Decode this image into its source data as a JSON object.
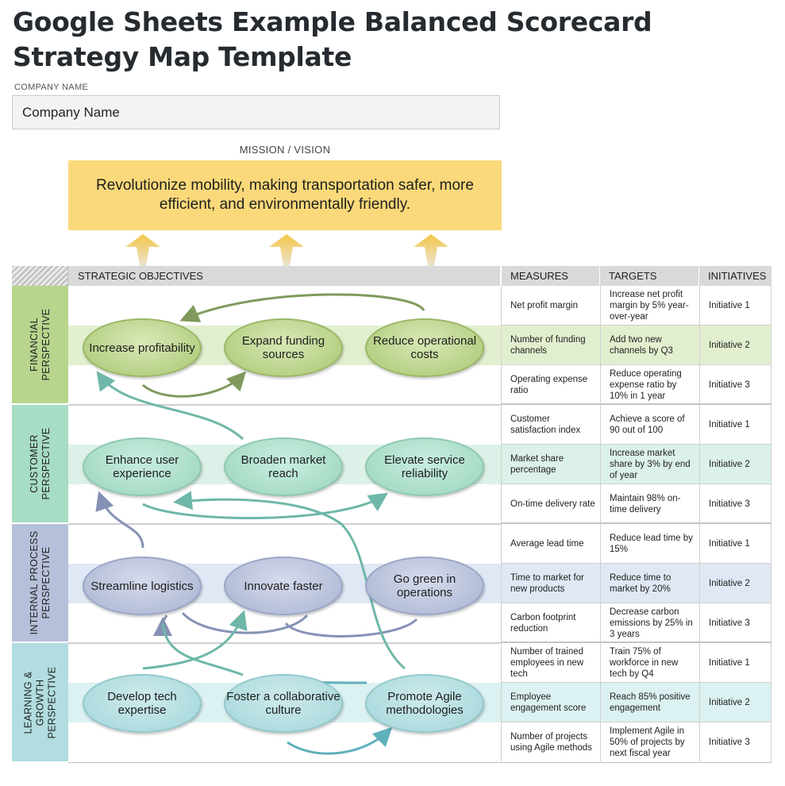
{
  "title": "Google Sheets Example Balanced Scorecard Strategy Map Template",
  "company": {
    "label": "COMPANY NAME",
    "value": "Company Name"
  },
  "mission": {
    "label": "MISSION / VISION",
    "text": "Revolutionize mobility, making transportation safer, more efficient, and environmentally friendly."
  },
  "headers": {
    "strategic_objectives": "STRATEGIC OBJECTIVES",
    "measures": "MEASURES",
    "targets": "TARGETS",
    "initiatives": "INITIATIVES"
  },
  "perspectives": [
    {
      "name": "FINANCIAL\nPERSPECTIVE",
      "color": "#b8d58e",
      "objectives": [
        "Increase profitability",
        "Expand funding sources",
        "Reduce operational costs"
      ],
      "rows": [
        {
          "measure": "Net profit margin",
          "target": "Increase net profit margin by 5% year-over-year",
          "initiative": "Initiative 1"
        },
        {
          "measure": "Number of funding channels",
          "target": "Add two new channels by Q3",
          "initiative": "Initiative 2"
        },
        {
          "measure": "Operating expense ratio",
          "target": "Reduce operating expense ratio by 10% in 1 year",
          "initiative": "Initiative 3"
        }
      ]
    },
    {
      "name": "CUSTOMER\nPERSPECTIVE",
      "color": "#a7dcc5",
      "objectives": [
        "Enhance user experience",
        "Broaden market reach",
        "Elevate service reliability"
      ],
      "rows": [
        {
          "measure": "Customer satisfaction index",
          "target": "Achieve a score of 90 out of 100",
          "initiative": "Initiative 1"
        },
        {
          "measure": "Market share percentage",
          "target": "Increase market share by 3% by end of year",
          "initiative": "Initiative 2"
        },
        {
          "measure": "On-time delivery rate",
          "target": "Maintain 98% on-time delivery",
          "initiative": "Initiative 3"
        }
      ]
    },
    {
      "name": "INTERNAL PROCESS\nPERSPECTIVE",
      "color": "#b7c0da",
      "objectives": [
        "Streamline logistics",
        "Innovate faster",
        "Go green in operations"
      ],
      "rows": [
        {
          "measure": "Average lead time",
          "target": "Reduce lead time by 15%",
          "initiative": "Initiative 1"
        },
        {
          "measure": "Time to market for new products",
          "target": "Reduce time to market by 20%",
          "initiative": "Initiative 2"
        },
        {
          "measure": "Carbon footprint reduction",
          "target": "Decrease carbon emissions by 25% in 3 years",
          "initiative": "Initiative 3"
        }
      ]
    },
    {
      "name": "LEARNING &\nGROWTH\nPERSPECTIVE",
      "color": "#b1dde0",
      "objectives": [
        "Develop tech expertise",
        "Foster a collaborative culture",
        "Promote Agile methodologies"
      ],
      "rows": [
        {
          "measure": "Number of trained employees in new tech",
          "target": "Train 75% of workforce in new tech by Q4",
          "initiative": "Initiative 1"
        },
        {
          "measure": "Employee engagement score",
          "target": "Reach 85% positive engagement",
          "initiative": "Initiative 2"
        },
        {
          "measure": "Number of projects using Agile methods",
          "target": "Implement Agile in 50% of projects by next fiscal year",
          "initiative": "Initiative 3"
        }
      ]
    }
  ],
  "colors": {
    "mission_fill": "#fad97a",
    "financial_band": "#e2efcf",
    "customer_band": "#dcf1e7",
    "internal_band": "#dfe8f4",
    "learning_band": "#dcf1f1"
  }
}
